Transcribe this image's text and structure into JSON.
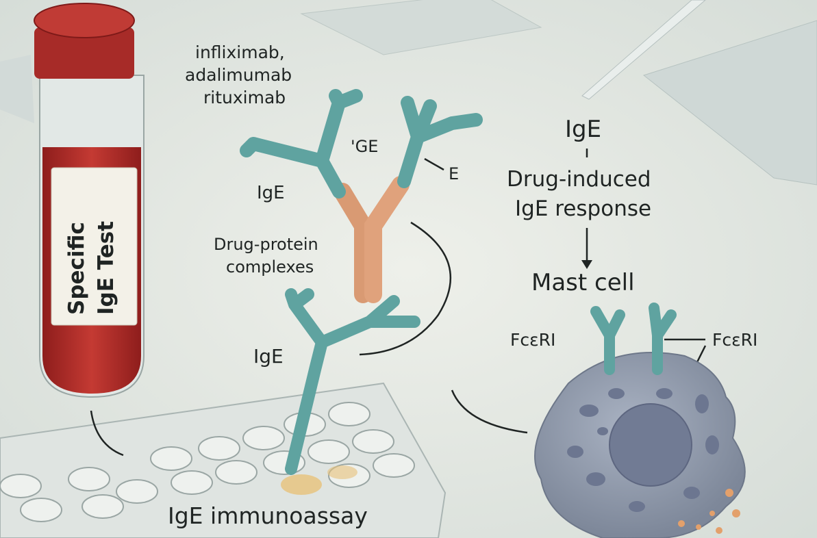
{
  "tube": {
    "label_line1": "Specific",
    "label_line2": "IgE Test"
  },
  "drugs": {
    "line1": "infliximab,",
    "line2": "adalimumab",
    "line3": "rituximab"
  },
  "antibody_labels": {
    "ge": "'GE",
    "e": "E",
    "ige_left": "IgE",
    "ige_lower": "IgE"
  },
  "complexes": {
    "line1": "Drug-protein",
    "line2": "complexes"
  },
  "assay": {
    "label": "IgE immunoassay"
  },
  "pathway": {
    "ige": "IgE",
    "response_line1": "Drug-induced",
    "response_line2": "IgE response",
    "mast_cell": "Mast cell"
  },
  "receptors": {
    "left": "FcεRI",
    "right": "FcεRI"
  },
  "colors": {
    "background": "#e3e8e2",
    "antibody": "#5fa3a0",
    "fc": "#e0a27c",
    "blood": "#b8302c",
    "cell": "#8d97a8"
  }
}
